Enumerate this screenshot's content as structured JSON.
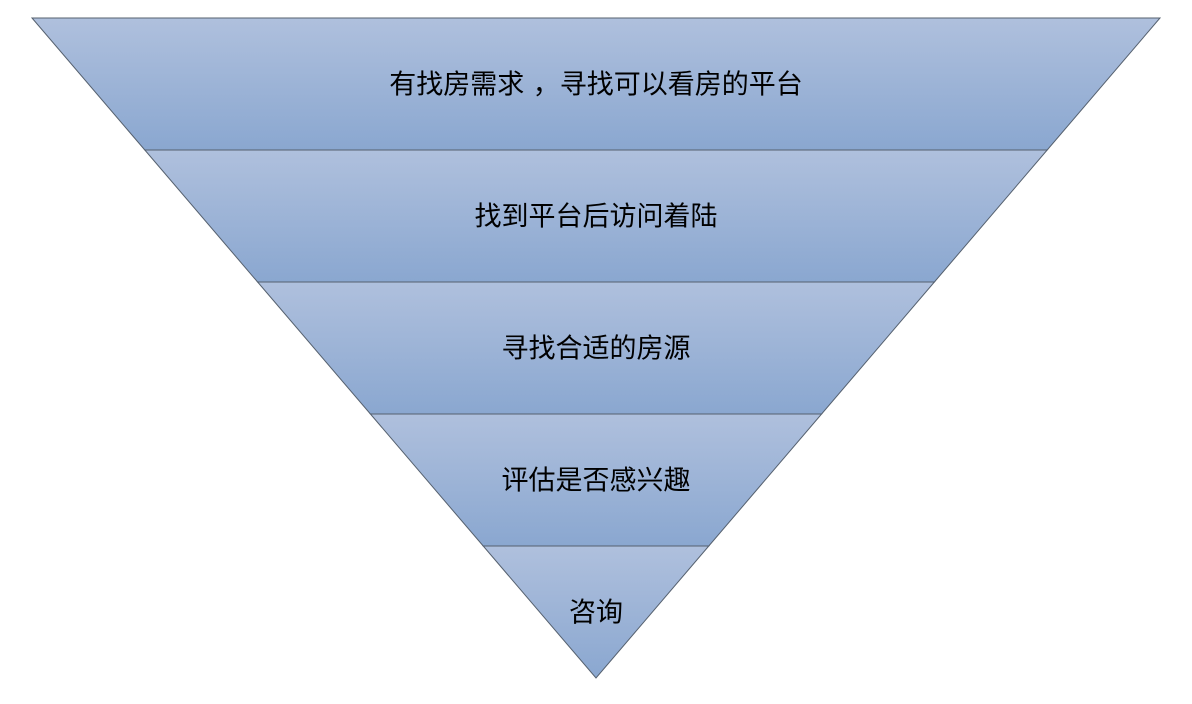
{
  "diagram": {
    "type": "inverted-funnel",
    "colors": {
      "fill_top": "#afc0dd",
      "fill_bottom": "#8aa7d0",
      "stroke": "#55606e",
      "text": "#000000"
    },
    "stages": [
      {
        "label": "有找房需求 ，寻找可以看房的平台"
      },
      {
        "label": "找到平台后访问着陆"
      },
      {
        "label": "寻找合适的房源"
      },
      {
        "label": "评估是否感兴趣"
      },
      {
        "label": "咨询"
      }
    ]
  }
}
